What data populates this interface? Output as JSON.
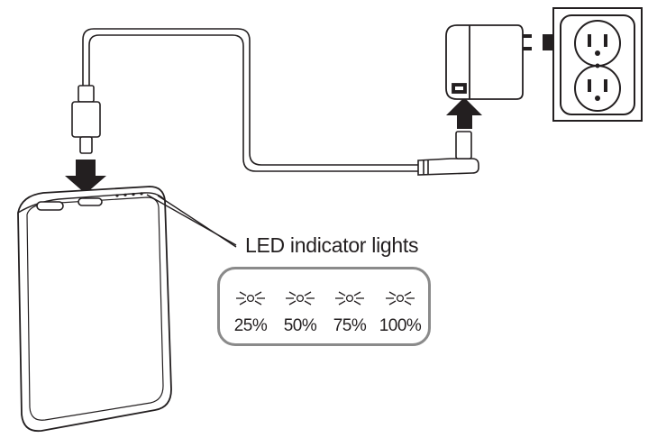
{
  "callout": {
    "label": "LED indicator lights"
  },
  "legend": {
    "items": [
      {
        "label": "25%",
        "icon": "led-light-icon"
      },
      {
        "label": "50%",
        "icon": "led-light-icon"
      },
      {
        "label": "75%",
        "icon": "led-light-icon"
      },
      {
        "label": "100%",
        "icon": "led-light-icon"
      }
    ]
  },
  "colors": {
    "line": "#231f20",
    "arrow": "#231f20",
    "box_border": "#8a8a8a"
  }
}
